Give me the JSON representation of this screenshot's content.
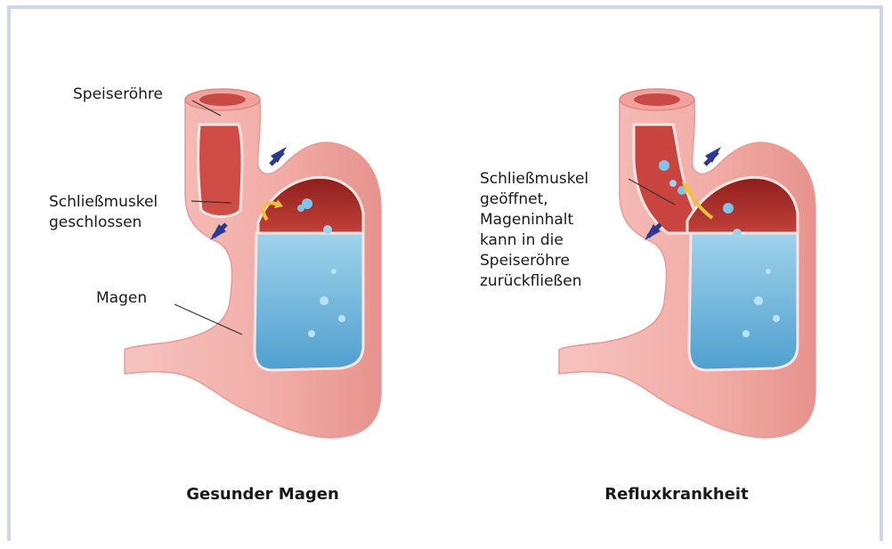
{
  "left_panel": {
    "labels": {
      "esophagus": "Speiseröhre",
      "sphincter": "Schließmuskel\ngeschlossen",
      "stomach": "Magen"
    },
    "caption": "Gesunder Magen"
  },
  "right_panel": {
    "labels": {
      "sphincter": "Schließmuskel\ngeöffnet,\nMageninhalt\nkann in die\nSpeiseröhre\nzurückfließen"
    },
    "caption": "Refluxkrankheit"
  },
  "colors": {
    "frame": "#cdd6e6",
    "stomach_outer": "#f4b7b2",
    "stomach_shadow": "#e79a96",
    "stomach_inner": "#b8332e",
    "acid": "#7ec3e3",
    "arrow": "#2b3a8f",
    "leader_line": "#333333"
  }
}
